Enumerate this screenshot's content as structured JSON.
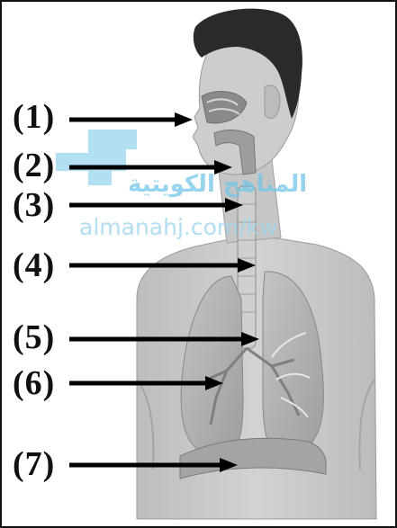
{
  "labels": [
    "(1)",
    "(2)",
    "(3)",
    "(4)",
    "(5)",
    "(6)",
    "(7)"
  ],
  "structures": [
    "nasal-cavity",
    "pharynx",
    "larynx",
    "trachea",
    "bronchi",
    "lung",
    "diaphragm"
  ],
  "watermark": {
    "logo_text": "المناهج الكويتية",
    "url": "almanahj.com/kw"
  },
  "colors": {
    "skin": "#c9c9c9",
    "skin_shadow": "#a9a9a9",
    "hair": "#2a2a2a",
    "lung": "#b3b3b3",
    "arrow": "#000000",
    "watermark": "#74c5e6"
  }
}
